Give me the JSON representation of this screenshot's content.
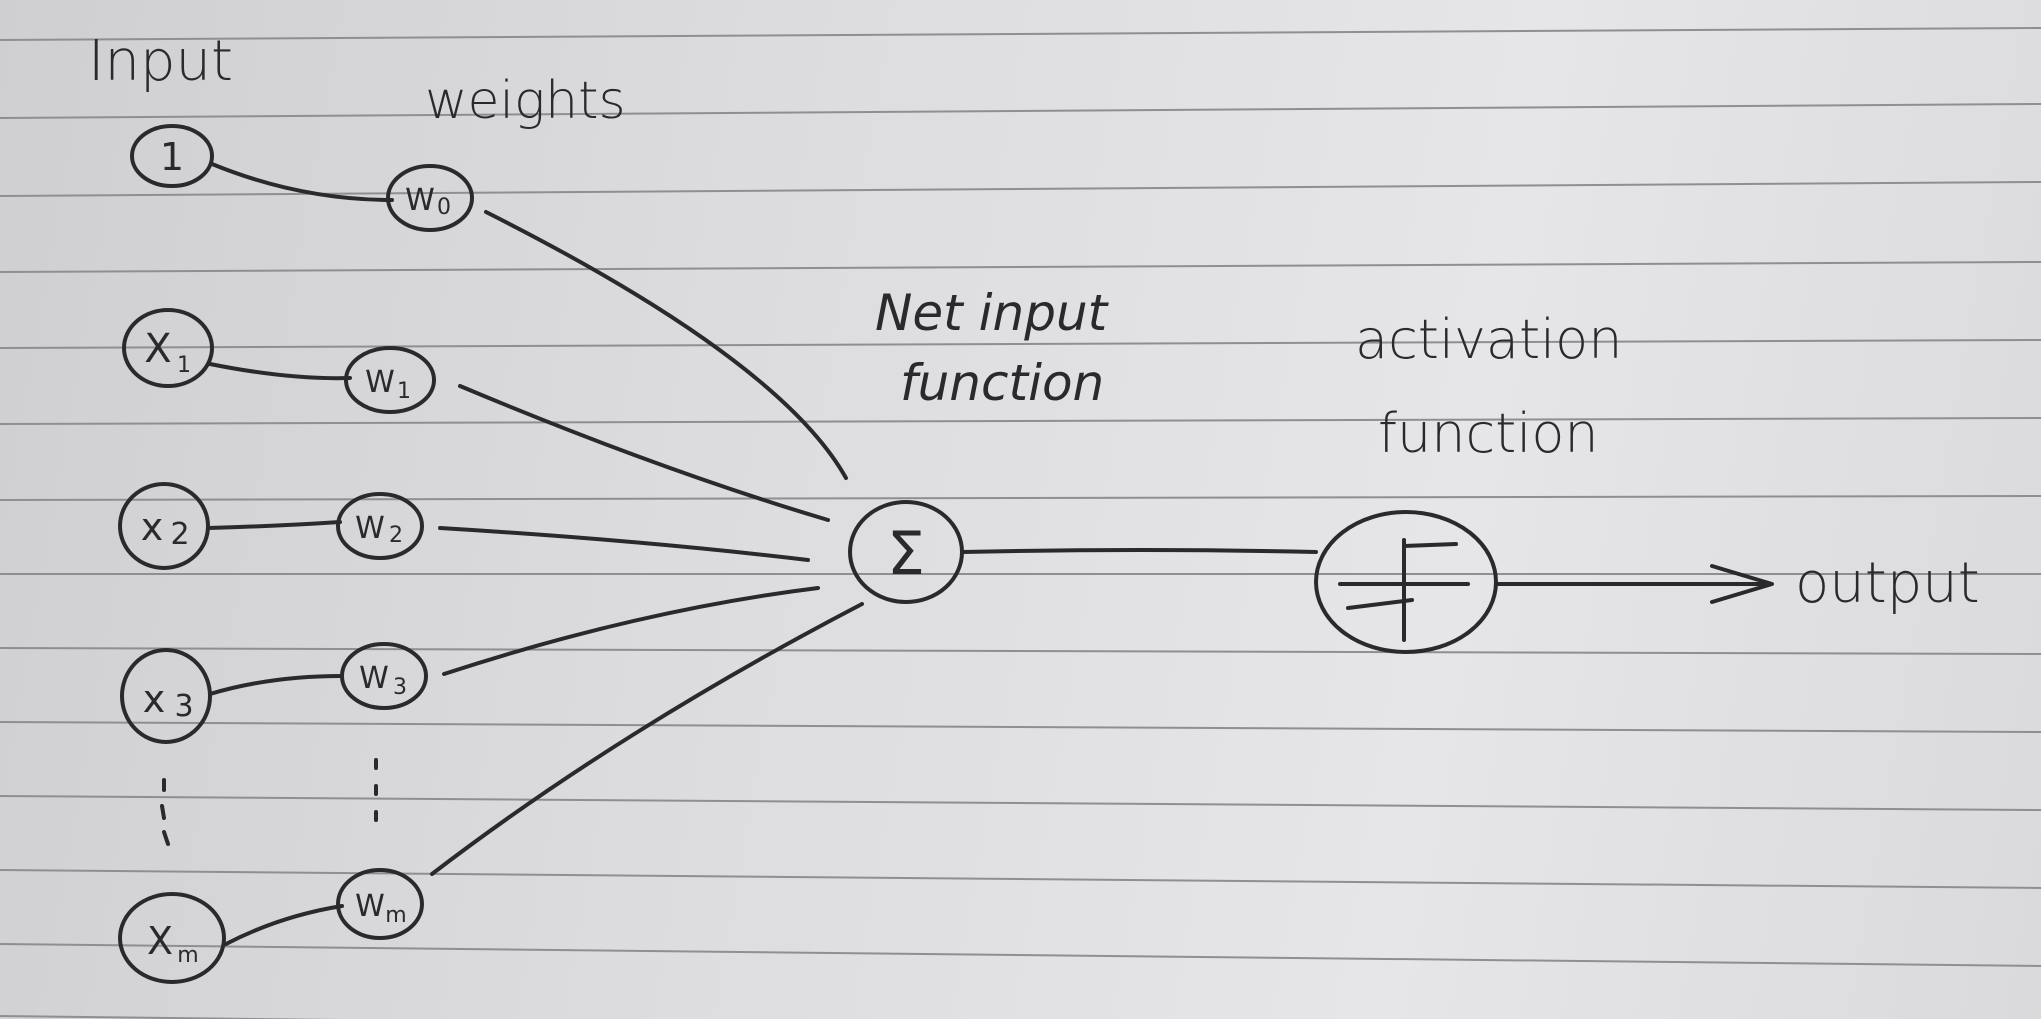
{
  "headings": {
    "input": "Input",
    "weights": "weights",
    "net_input_line1": "Net input",
    "net_input_line2": "function",
    "activation_line1": "activation",
    "activation_line2": "function",
    "output": "output"
  },
  "inputs": [
    {
      "id": "x0",
      "label": "1",
      "sub": ""
    },
    {
      "id": "x1",
      "label": "X",
      "sub": "1"
    },
    {
      "id": "x2",
      "label": "x",
      "sub": "2"
    },
    {
      "id": "x3",
      "label": "x",
      "sub": "3"
    },
    {
      "id": "xm",
      "label": "X",
      "sub": "m"
    }
  ],
  "weights": [
    {
      "id": "w0",
      "label": "W",
      "sub": "0"
    },
    {
      "id": "w1",
      "label": "W",
      "sub": "1"
    },
    {
      "id": "w2",
      "label": "W",
      "sub": "2"
    },
    {
      "id": "w3",
      "label": "W",
      "sub": "3"
    },
    {
      "id": "wm",
      "label": "W",
      "sub": "m"
    }
  ],
  "sum_symbol": "Σ",
  "activation_symbol": "f",
  "ink_color": "#2a2a2e",
  "paper_line_color": "#8d8f94"
}
